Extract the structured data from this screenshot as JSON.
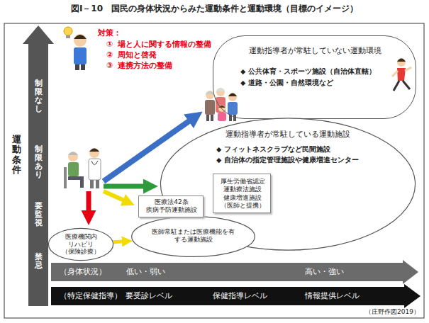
{
  "diagram": {
    "title": "図Ⅰ－10　国民の身体状況からみた運動条件と運動環境（目標のイメージ）",
    "caption": "（庄野作図2019）",
    "nodes": [
      {
        "text": [
          "運動指導者が常駐していない運動環境",
          "◆ 公共体育・スポーツ施設（自治体直轄）",
          "◆ 道路・公園・自然環境など"
        ]
      },
      {
        "text": [
          "運動指導者が常駐している運動施設",
          "◆ フィットネスクラブなど民間施設",
          "◆ 自治体の指定管理施設や健康増進センター"
        ]
      },
      {
        "text": [
          "厚生労働省認定 運動療法施設 健康増進施設 （医師と提携）"
        ],
        "in": 1
      },
      {
        "text": [
          "医療法42条 疾病予防運動施設"
        ]
      },
      {
        "text": [
          "医師常駐または医療機能を有する運動施設"
        ]
      },
      {
        "text": [
          "医療機関内 リハビリ （保険診療）"
        ]
      }
    ],
    "edges": [
      {
        "from": 5,
        "to": 4,
        "arrow": "to"
      }
    ],
    "labels": [
      "運動条件",
      "制限なし",
      "制限あり",
      "要監視",
      "禁忌",
      "（身体状況）",
      "低い・弱い",
      "高い・強い",
      "（特定保健指導）",
      "要受診レベル",
      "保健指導レベル",
      "情報提供レベル",
      "対策：",
      "①",
      "場と人に関する情報の整備",
      "②",
      "周知と啓発",
      "③",
      "連携方法の整備"
    ]
  }
}
